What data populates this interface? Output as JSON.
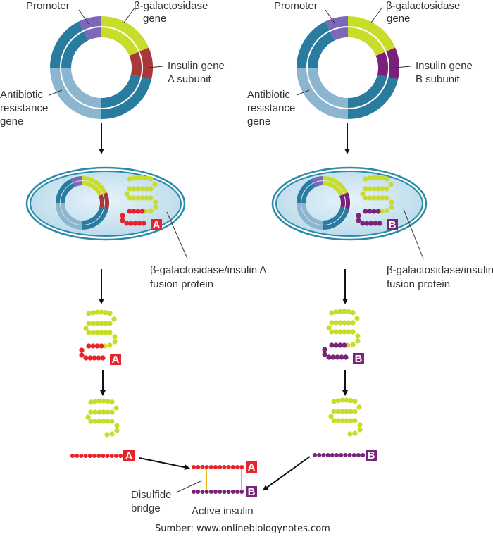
{
  "colors": {
    "promoter": "#7b68b8",
    "bgal": "#c8dc2a",
    "insulin_a": "#a8383a",
    "insulin_b": "#7a1f7a",
    "backbone": "#2a7c9e",
    "antibiotic": "#8cb6d0",
    "chain_a": "#e8232a",
    "chain_b": "#7a2479",
    "disulfide": "#f2b41d",
    "cell_fill": "#cfe6f2",
    "cell_edge": "#2a8aa8"
  },
  "left": {
    "plasmid_labels": {
      "promoter": "Promoter",
      "bgal_line1": "β-galactosidase",
      "bgal_line2": "gene",
      "insulin_line1": "Insulin gene",
      "insulin_line2": "A subunit",
      "antibiotic_line1": "Antibiotic",
      "antibiotic_line2": "resistance",
      "antibiotic_line3": "gene"
    },
    "fusion_line1": "β-galactosidase/insulin A",
    "fusion_line2": "fusion protein",
    "tag": "A"
  },
  "right": {
    "plasmid_labels": {
      "promoter": "Promoter",
      "bgal_line1": "β-galactosidase",
      "bgal_line2": "gene",
      "insulin_line1": "Insulin gene",
      "insulin_line2": "B subunit",
      "antibiotic_line1": "Antibiotic",
      "antibiotic_line2": "resistance",
      "antibiotic_line3": "gene"
    },
    "fusion_line1": "β-galactosidase/insulin B",
    "fusion_line2": "fusion protein",
    "tag": "B"
  },
  "assembly": {
    "disulfide_line1": "Disulfide",
    "disulfide_line2": "bridge",
    "active_insulin": "Active insulin",
    "tag_a": "A",
    "tag_b": "B"
  },
  "caption": "Sumber: www.onlinebiologynotes.com"
}
